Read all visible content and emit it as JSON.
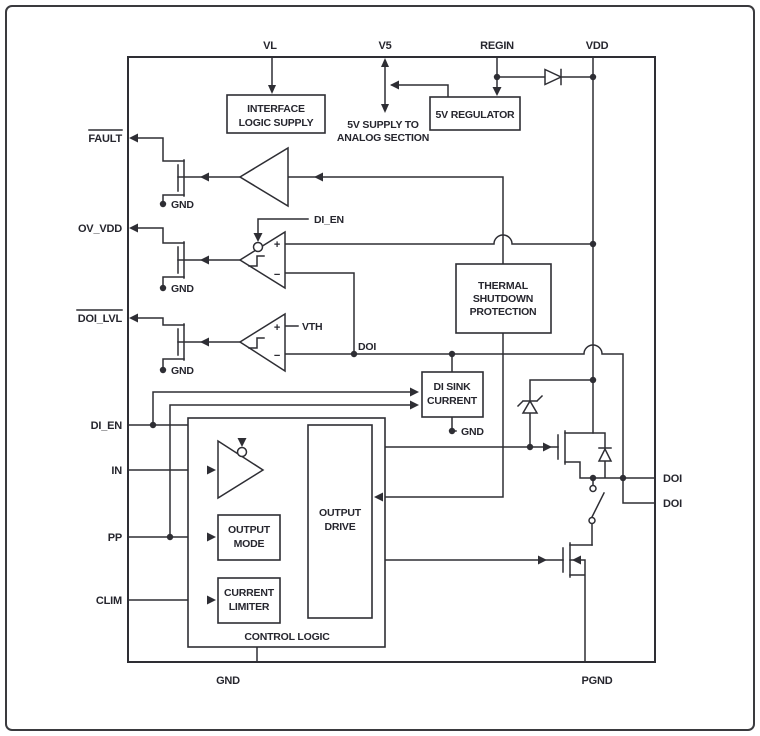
{
  "colors": {
    "line": "#2e2e34",
    "text": "#26262e",
    "background": "#ffffff"
  },
  "pins": {
    "top": [
      {
        "label": "VL"
      },
      {
        "label": "V5"
      },
      {
        "label": "REGIN"
      },
      {
        "label": "VDD"
      }
    ],
    "left": [
      {
        "label": "FAULT",
        "overline": true
      },
      {
        "label": "OV_VDD"
      },
      {
        "label": "DOI_LVL",
        "overline": true
      },
      {
        "label": "DI_EN"
      },
      {
        "label": "IN"
      },
      {
        "label": "PP"
      },
      {
        "label": "CLIM"
      }
    ],
    "right": [
      {
        "label": "DOI"
      },
      {
        "label": "DOI"
      }
    ],
    "bottom": [
      {
        "label": "GND"
      },
      {
        "label": "PGND"
      }
    ]
  },
  "blocks": {
    "interface_logic_supply": {
      "line1": "INTERFACE",
      "line2": "LOGIC SUPPLY"
    },
    "regulator": {
      "line1": "5V REGULATOR"
    },
    "thermal": {
      "line1": "THERMAL",
      "line2": "SHUTDOWN",
      "line3": "PROTECTION"
    },
    "di_sink": {
      "line1": "DI SINK",
      "line2": "CURRENT"
    },
    "output_drive": {
      "line1": "OUTPUT",
      "line2": "DRIVE"
    },
    "output_mode": {
      "line1": "OUTPUT",
      "line2": "MODE"
    },
    "current_limiter": {
      "line1": "CURRENT",
      "line2": "LIMITER"
    },
    "control_logic": {
      "label": "CONTROL LOGIC"
    }
  },
  "nets": {
    "v5_note_line1": "5V SUPPLY TO",
    "v5_note_line2": "ANALOG SECTION",
    "di_en": "DI_EN",
    "vth": "VTH",
    "doi": "DOI",
    "gnd": "GND",
    "plus": "+",
    "minus": "−"
  }
}
